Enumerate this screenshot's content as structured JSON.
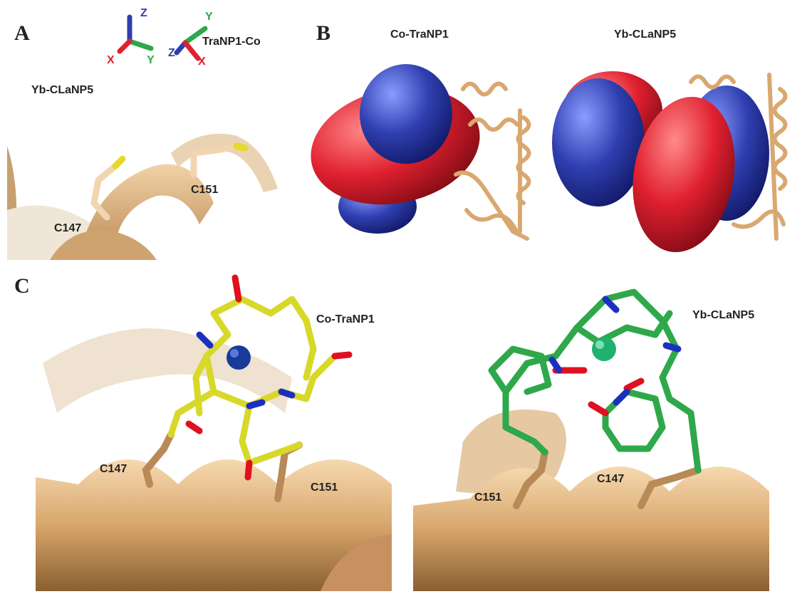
{
  "panels": {
    "a": {
      "letter": "A",
      "protein_label": "Yb-CLaNP5",
      "frame_label": "TraNP1-Co",
      "axes_left": [
        "X",
        "Y",
        "Z"
      ],
      "axes_right": [
        "X",
        "Y",
        "Z"
      ],
      "residues": [
        "C151",
        "C147"
      ]
    },
    "b": {
      "letter": "B",
      "left_label": "Co-TraNP1",
      "right_label": "Yb-CLaNP5"
    },
    "c": {
      "letter": "C",
      "left_label": "Co-TraNP1",
      "right_label": "Yb-CLaNP5",
      "left_residues": [
        "C147",
        "C151"
      ],
      "right_residues": [
        "C151",
        "C147"
      ]
    }
  },
  "colors": {
    "positive_lobe": "#e02030",
    "negative_lobe": "#2f3fb0",
    "protein": "#e8bb88",
    "cobalt": "#1a3a9a",
    "ytterbium": "#20b070",
    "carbon_yellow": "#d8d82a",
    "carbon_green": "#2ea84a",
    "oxygen": "#e01020",
    "nitrogen": "#1c30c0",
    "sulfur": "#c9a21c"
  }
}
